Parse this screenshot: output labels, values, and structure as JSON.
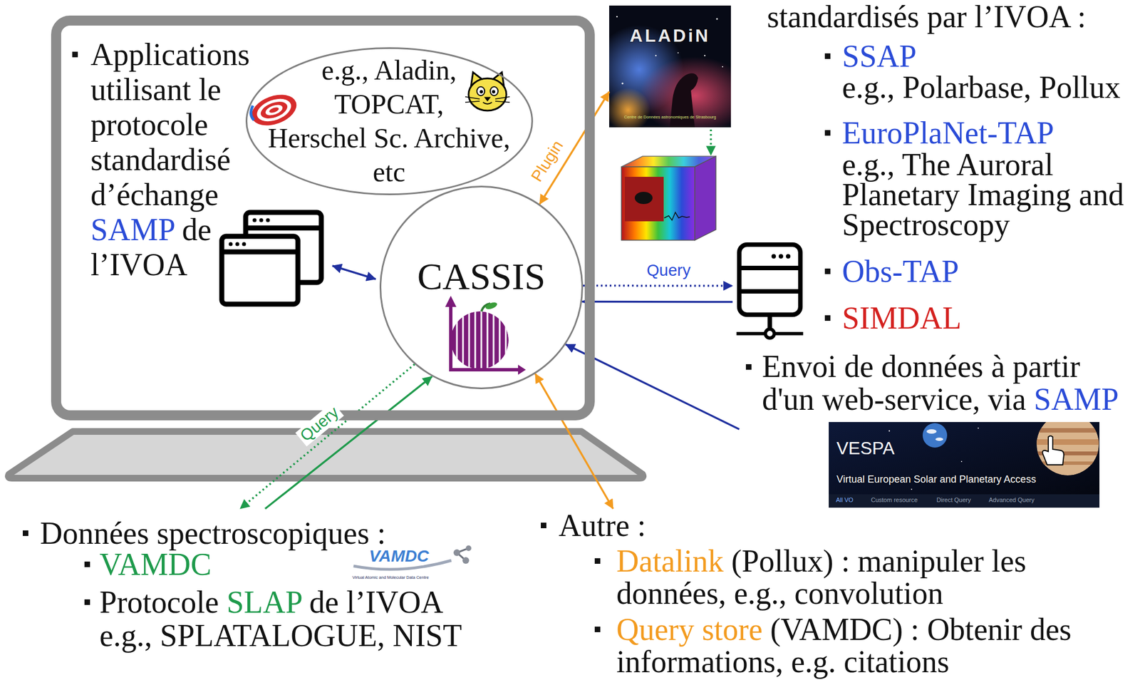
{
  "diagram": {
    "nodes": [
      {
        "text": [
          "Applications utilisant le protocole standardisé d’échange",
          "SAMP",
          "de l’IVOA"
        ]
      },
      {
        "text": [
          "e.g., Aladin, TOPCAT, Herschel Sc. Archive, etc"
        ],
        "in": 0
      },
      {
        "text": [
          "CASSIS"
        ],
        "in": 0
      },
      {
        "text": [
          "ALADiN",
          "Centre de Données astronomiques de Strasbourg"
        ]
      },
      {
        "text": [
          "standardisés par l’IVOA :",
          "SSAP",
          "e.g., Polarbase, Pollux",
          "EuroPlaNet-TAP",
          "e.g., The Auroral Planetary Imaging and Spectroscopy",
          "Obs-TAP",
          "SIMDAL"
        ]
      },
      {
        "text": [
          "Envoi de données à partir d'un web-service, via",
          "SAMP",
          "VESPA",
          "Virtual European Solar and Planetary Access",
          "All VO",
          "Custom resource",
          "Direct Query",
          "Advanced Query"
        ]
      },
      {
        "text": [
          "Données spectroscopiques :",
          "VAMDC",
          "Protocole",
          "SLAP",
          "de l’IVOA e.g., SPLATALOGUE, NIST",
          "VAMDC",
          "Virtual Atomic and Molecular Data Centre"
        ]
      },
      {
        "text": [
          "Autre :",
          "Datalink",
          "(Pollux) : manipuler les données, e.g., convolution",
          "Query store",
          "(VAMDC) : Obtenir des informations, e.g. citations"
        ]
      }
    ],
    "edges": [
      {
        "from": 3,
        "to": 2,
        "arrow": "both",
        "label": "Plugin"
      },
      {
        "from": 2,
        "to": 4,
        "arrow": "to",
        "label": "Query"
      },
      {
        "from": 4,
        "to": 2,
        "arrow": "to"
      },
      {
        "from": 5,
        "to": 2,
        "arrow": "to"
      },
      {
        "from": 2,
        "to": 6,
        "arrow": "to",
        "label": "Query"
      },
      {
        "from": 6,
        "to": 2,
        "arrow": "to"
      },
      {
        "from": 2,
        "to": 7,
        "arrow": "both"
      }
    ]
  }
}
